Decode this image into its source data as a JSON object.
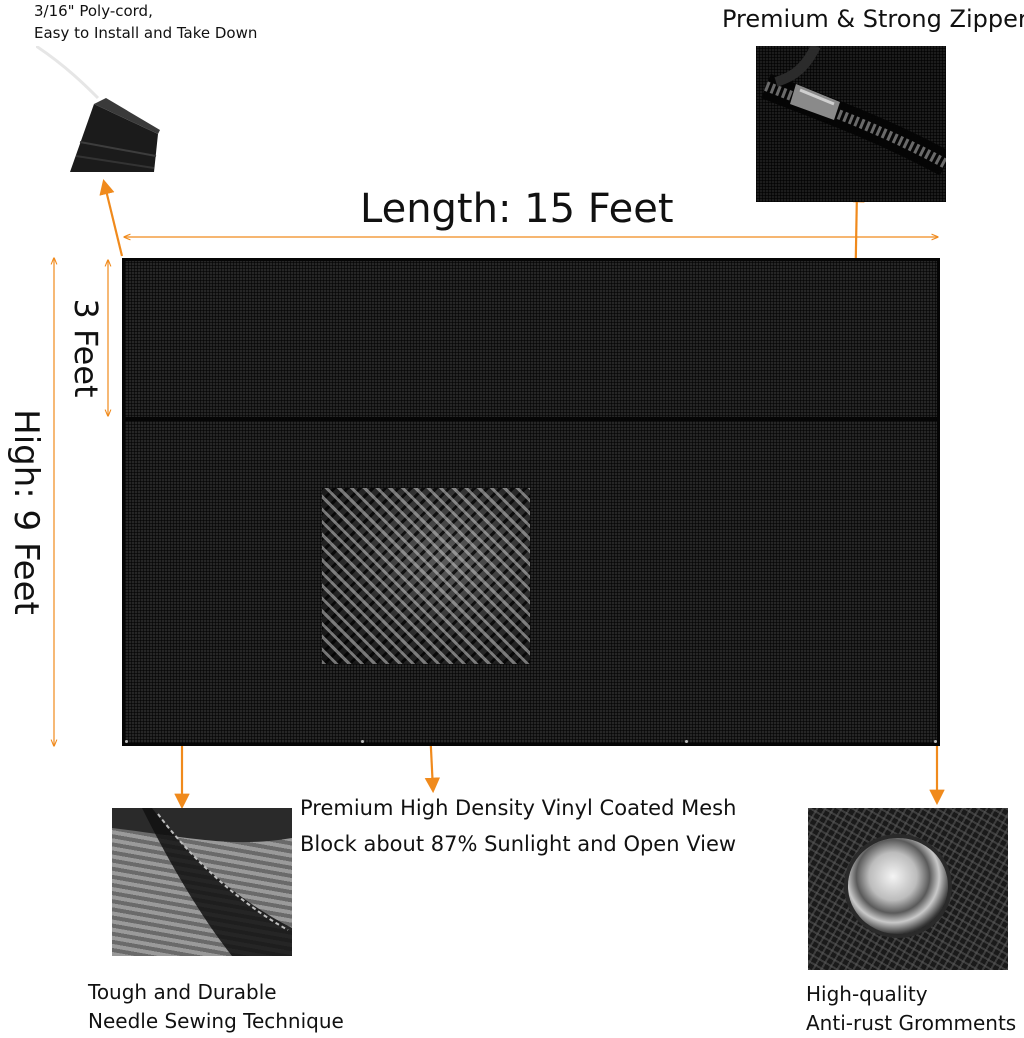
{
  "captions": {
    "cord": {
      "line1": "3/16\" Poly-cord,",
      "line2": "Easy to Install and Take Down"
    },
    "zipper": "Premium & Strong Zipper",
    "length": "Length: 15 Feet",
    "panel_height": "3 Feet",
    "total_height": "High: 9 Feet",
    "mesh": {
      "line1": "Premium High Density Vinyl Coated Mesh",
      "line2": "Block about 87% Sunlight and Open View"
    },
    "sewing": {
      "line1": "Tough and Durable",
      "line2": "Needle Sewing Technique"
    },
    "grommets": {
      "line1": "High-quality",
      "line2": "Anti-rust Gromments"
    }
  },
  "colors": {
    "arrow": "#f08a1c",
    "screen": "#262626",
    "border": "#050505",
    "text": "#111111"
  }
}
